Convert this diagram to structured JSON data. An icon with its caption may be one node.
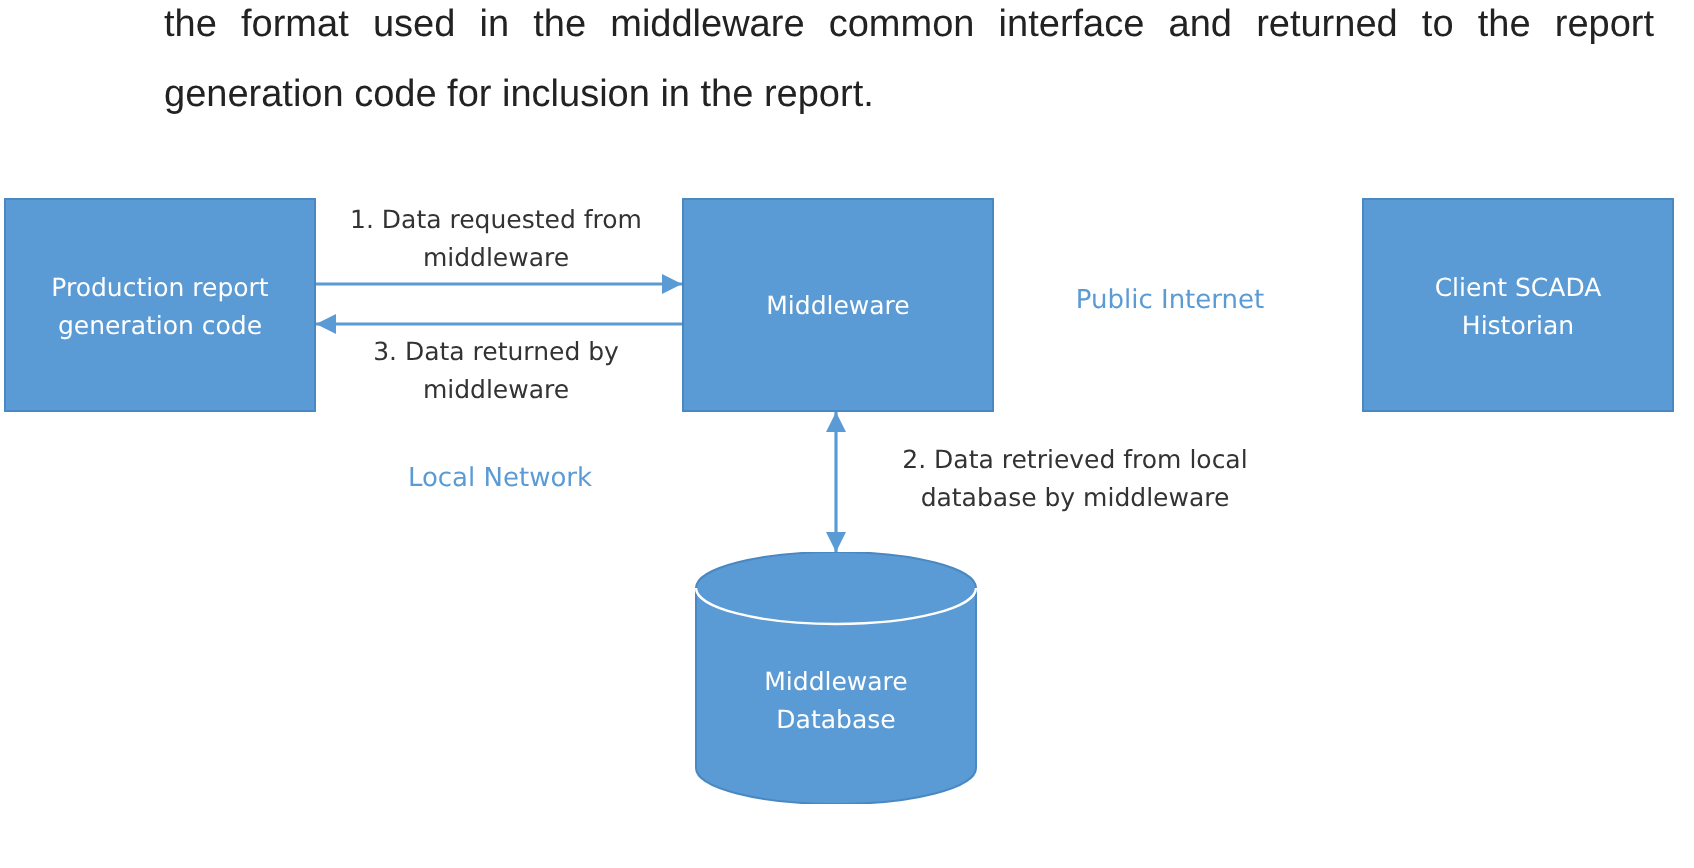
{
  "diagram": {
    "nodes": [
      {
        "text": [
          "Production report generation code"
        ]
      },
      {
        "text": [
          "Middleware"
        ]
      },
      {
        "text": [
          "Client SCADA Historian"
        ]
      },
      {
        "text": [
          "Middleware Database"
        ]
      }
    ],
    "edges": [
      {
        "from": 0,
        "to": 1,
        "arrow": "to",
        "label": "1. Data requested from middleware"
      },
      {
        "from": 1,
        "to": 0,
        "arrow": "to",
        "label": "3. Data returned by middleware"
      },
      {
        "from": 1,
        "to": 3,
        "arrow": "both",
        "label": "2. Data retrieved from local database by middleware"
      }
    ],
    "labels": [
      "the format used in the middleware common interface and returned to the report generation code for inclusion in the report.",
      "Public Internet",
      "Local Network"
    ]
  }
}
